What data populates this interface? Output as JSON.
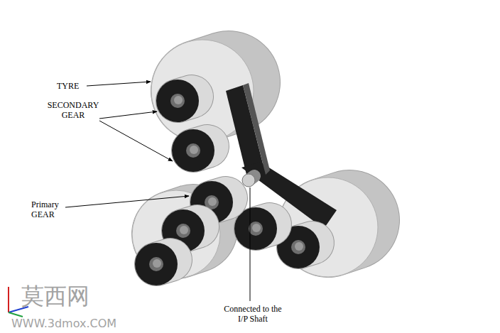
{
  "diagram": {
    "labels": [
      "TYRE",
      "SECONDARY GEAR",
      "Primary GEAR",
      "Connected to the I/P Shaft",
      "莫西网",
      "WWW.3dmox.COM"
    ]
  }
}
